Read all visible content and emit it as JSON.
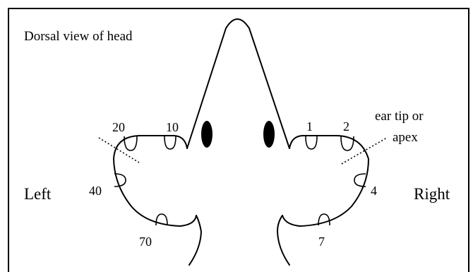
{
  "diagram": {
    "title": "Dorsal view of head",
    "left_label": "Left",
    "right_label": "Right",
    "ear_tip_line1": "ear tip or",
    "ear_tip_line2": "apex",
    "notch_codes": {
      "left_20": "20",
      "left_10": "10",
      "left_40": "40",
      "left_70": "70",
      "right_1": "1",
      "right_2": "2",
      "right_4": "4",
      "right_7": "7"
    },
    "colors": {
      "line": "#000000",
      "background": "#ffffff"
    }
  }
}
